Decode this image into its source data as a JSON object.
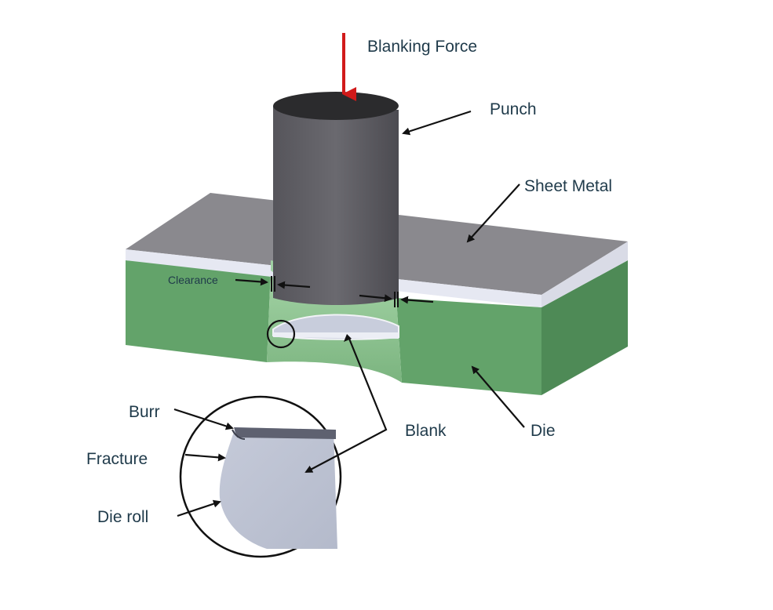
{
  "labels": {
    "blanking_force": "Blanking Force",
    "punch": "Punch",
    "sheet_metal": "Sheet Metal",
    "clearance": "Clearance",
    "blank": "Blank",
    "die": "Die",
    "burr": "Burr",
    "fracture": "Fracture",
    "die_roll": "Die roll"
  },
  "colors": {
    "punch_side": "#5e5d63",
    "punch_top": "#2b2b2d",
    "sheet_top": "#8a898e",
    "sheet_edge": "#e6e8f2",
    "die_front": "#63a36a",
    "die_side": "#4e8a56",
    "die_hole": "#8ec391",
    "blank": "#c8cddc",
    "force_arrow": "#d11a1a",
    "label_text": "#1f3a4a"
  }
}
